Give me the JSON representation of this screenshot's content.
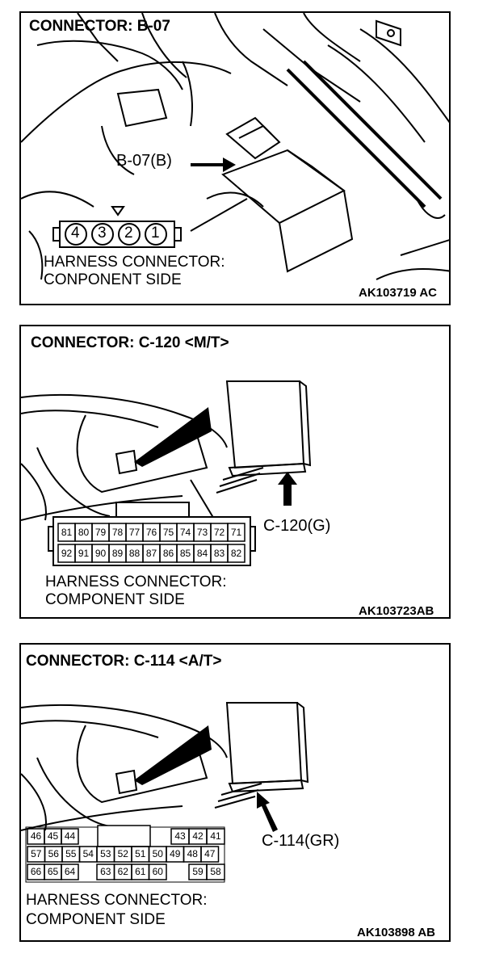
{
  "panel1": {
    "title": "CONNECTOR: B-07",
    "callout": "B-07(B)",
    "pins": [
      "4",
      "3",
      "2",
      "1"
    ],
    "caption_line1": "HARNESS CONNECTOR:",
    "caption_line2": "CONPONENT SIDE",
    "code": "AK103719 AC"
  },
  "panel2": {
    "title": "CONNECTOR: C-120 <M/T>",
    "callout": "C-120(G)",
    "pins_row1": [
      "81",
      "80",
      "79",
      "78",
      "77",
      "76",
      "75",
      "74",
      "73",
      "72",
      "71"
    ],
    "pins_row2": [
      "92",
      "91",
      "90",
      "89",
      "88",
      "87",
      "86",
      "85",
      "84",
      "83",
      "82"
    ],
    "caption_line1": "HARNESS CONNECTOR:",
    "caption_line2": "COMPONENT SIDE",
    "code": "AK103723AB"
  },
  "panel3": {
    "title": "CONNECTOR: C-114 <A/T>",
    "callout": "C-114(GR)",
    "pins_row1_left": [
      "46",
      "45",
      "44"
    ],
    "pins_row1_right": [
      "43",
      "42",
      "41"
    ],
    "pins_row2": [
      "57",
      "56",
      "55",
      "54",
      "53",
      "52",
      "51",
      "50",
      "49",
      "48",
      "47"
    ],
    "pins_row3_left": [
      "66",
      "65",
      "64"
    ],
    "pins_row3_mid": [
      "63",
      "62",
      "61",
      "60"
    ],
    "pins_row3_right": [
      "59",
      "58"
    ],
    "caption_line1": "HARNESS CONNECTOR:",
    "caption_line2": "COMPONENT SIDE",
    "code": "AK103898 AB"
  }
}
